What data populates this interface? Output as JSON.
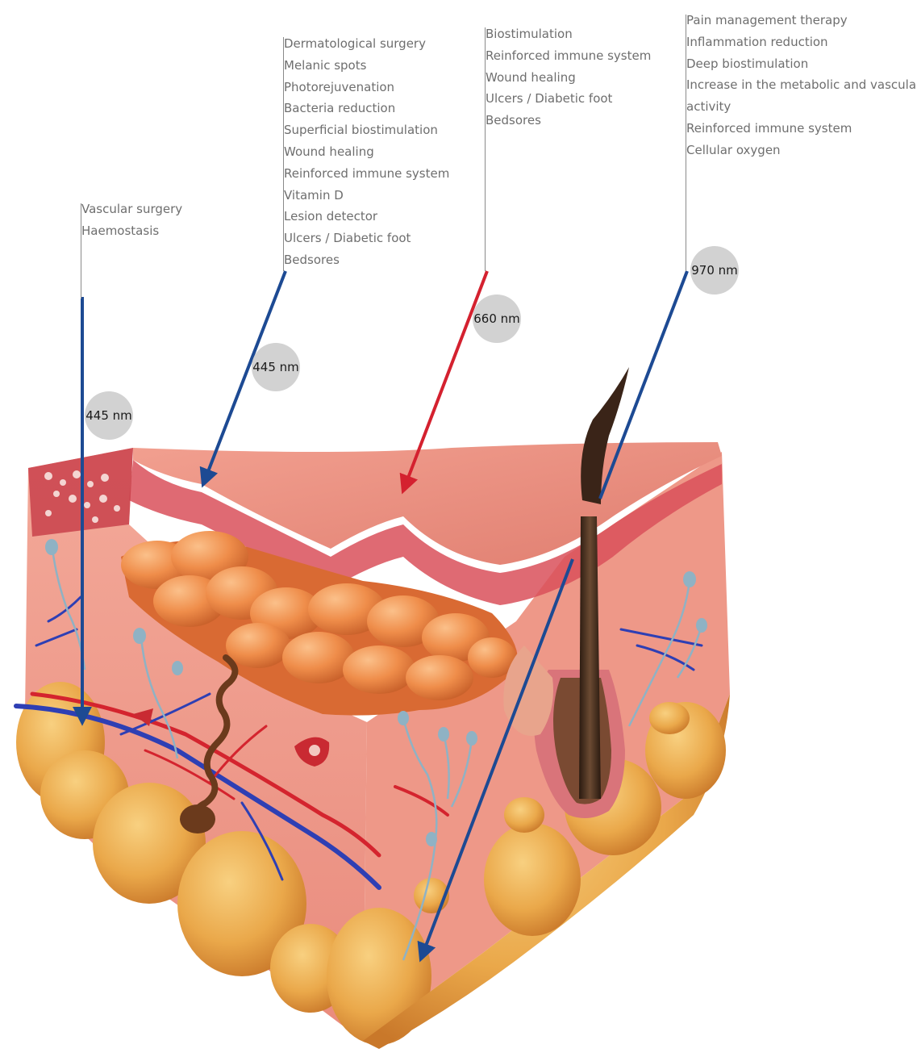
{
  "groups": {
    "vascular": {
      "items": [
        "Vascular surgery",
        "Haemostasis"
      ],
      "wavelength": "445 nm",
      "color": "#1d4a93"
    },
    "dermatological": {
      "items": [
        "Dermatological surgery",
        "Melanic spots",
        "Photorejuvenation",
        "Bacteria reduction",
        "Superficial biostimulation",
        "Wound healing",
        "Reinforced immune system",
        "Vitamin D",
        "Lesion detector",
        "Ulcers / Diabetic foot",
        "Bedsores"
      ],
      "wavelength": "445 nm",
      "color": "#1d4a93"
    },
    "biostimulation": {
      "items": [
        "Biostimulation",
        "Reinforced immune system",
        "Wound healing",
        "Ulcers / Diabetic foot",
        "Bedsores"
      ],
      "wavelength": "660 nm",
      "color": "#d4212f"
    },
    "pain": {
      "items": [
        "Pain management therapy",
        "Inflammation reduction",
        "Deep biostimulation",
        "Increase in the metabolic and vascular",
        "activity",
        "Reinforced immune system",
        "Cellular oxygen"
      ],
      "wavelength": "970 nm",
      "color": "#1d4a93"
    }
  }
}
